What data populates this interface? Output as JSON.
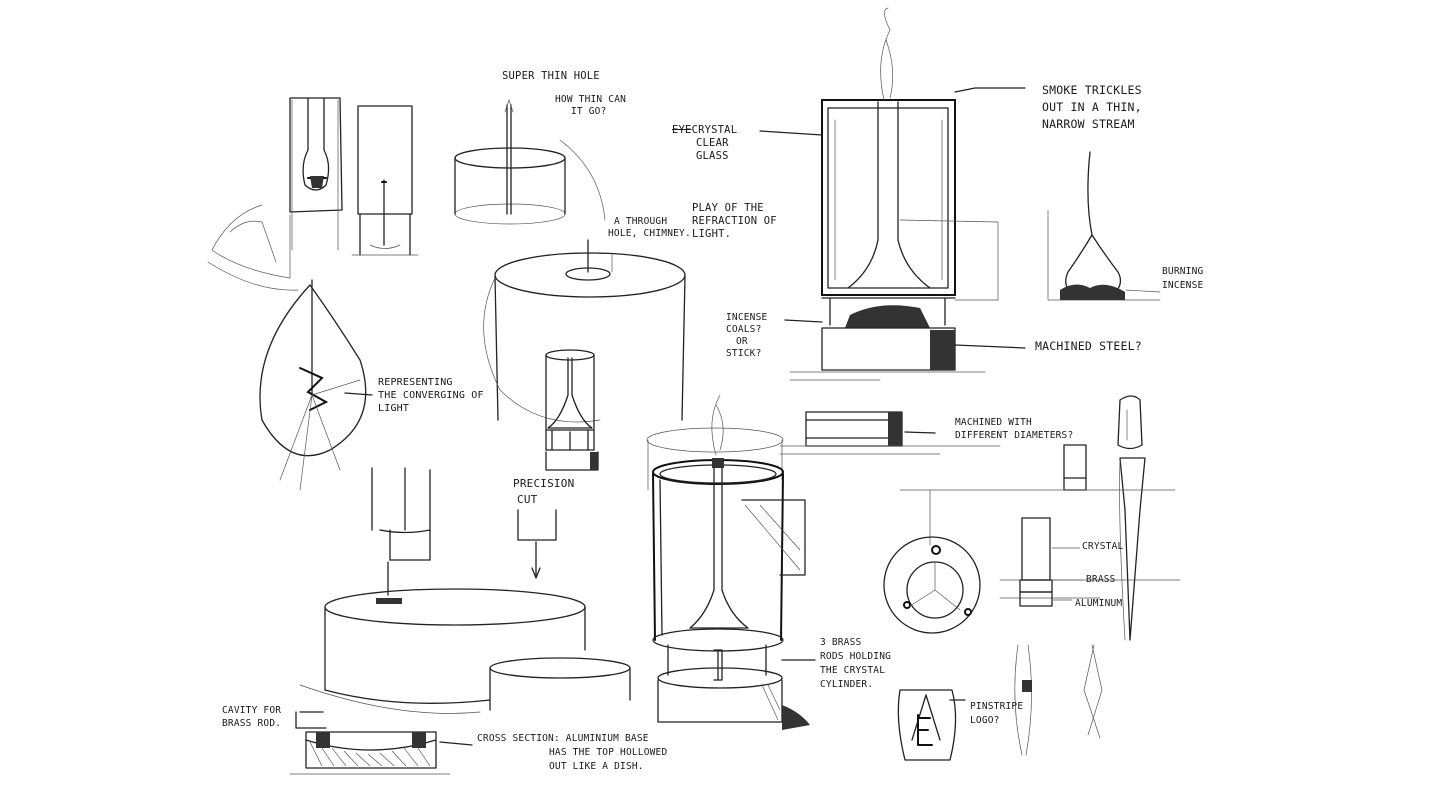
{
  "notes": {
    "super_thin_hole": "SUPER THIN HOLE",
    "how_thin_1": "How thin can",
    "how_thin_2": "it go?",
    "crystal_strike": "EYE",
    "crystal_1": "CRYSTAL",
    "crystal_2": "CLEAR",
    "crystal_3": "GLASS",
    "play_1": "PLAY OF THE",
    "play_2": "REFRACTION OF",
    "play_3": "LIGHT.",
    "smoke_1": "SMOKE TRICKLES",
    "smoke_2": "OUT IN A THIN,",
    "smoke_3": "NARROW STREAM",
    "through_1": "A THROUGH",
    "through_2": "HOLE, CHIMNEY.",
    "burning_1": "BURNING",
    "burning_2": "INCENSE",
    "incense_1": "INCENSE",
    "incense_2": "COALS?",
    "incense_3": "OR",
    "incense_4": "STICK?",
    "machined_steel": "MACHINED STEEL?",
    "repr_1": "REPRESENTING",
    "repr_2": "THE CONVERGING OF",
    "repr_3": "LIGHT",
    "diam_1": "MACHINED WITH",
    "diam_2": "DIFFERENT DIAMETERS?",
    "precision_1": "PRECISION",
    "precision_2": "CUT",
    "mat_crystal": "CRYSTAL",
    "mat_brass": "BRASS",
    "mat_aluminum": "ALUMINUM",
    "rods_1": "3 BRASS",
    "rods_2": "RODS HOLDING",
    "rods_3": "THE CRYSTAL",
    "rods_4": "CYLINDER.",
    "cavity_1": "CAVITY FOR",
    "cavity_2": "BRASS ROD.",
    "cross_1": "CROSS SECTION: ALUMINIUM BASE",
    "cross_2": "HAS THE TOP HOLLOWED",
    "cross_3": "OUT LIKE A DISH.",
    "pinstripe_1": "PINSTRIPE",
    "pinstripe_2": "LOGO?"
  },
  "colors": {
    "ink": "#222222",
    "paper": "#ffffff"
  }
}
